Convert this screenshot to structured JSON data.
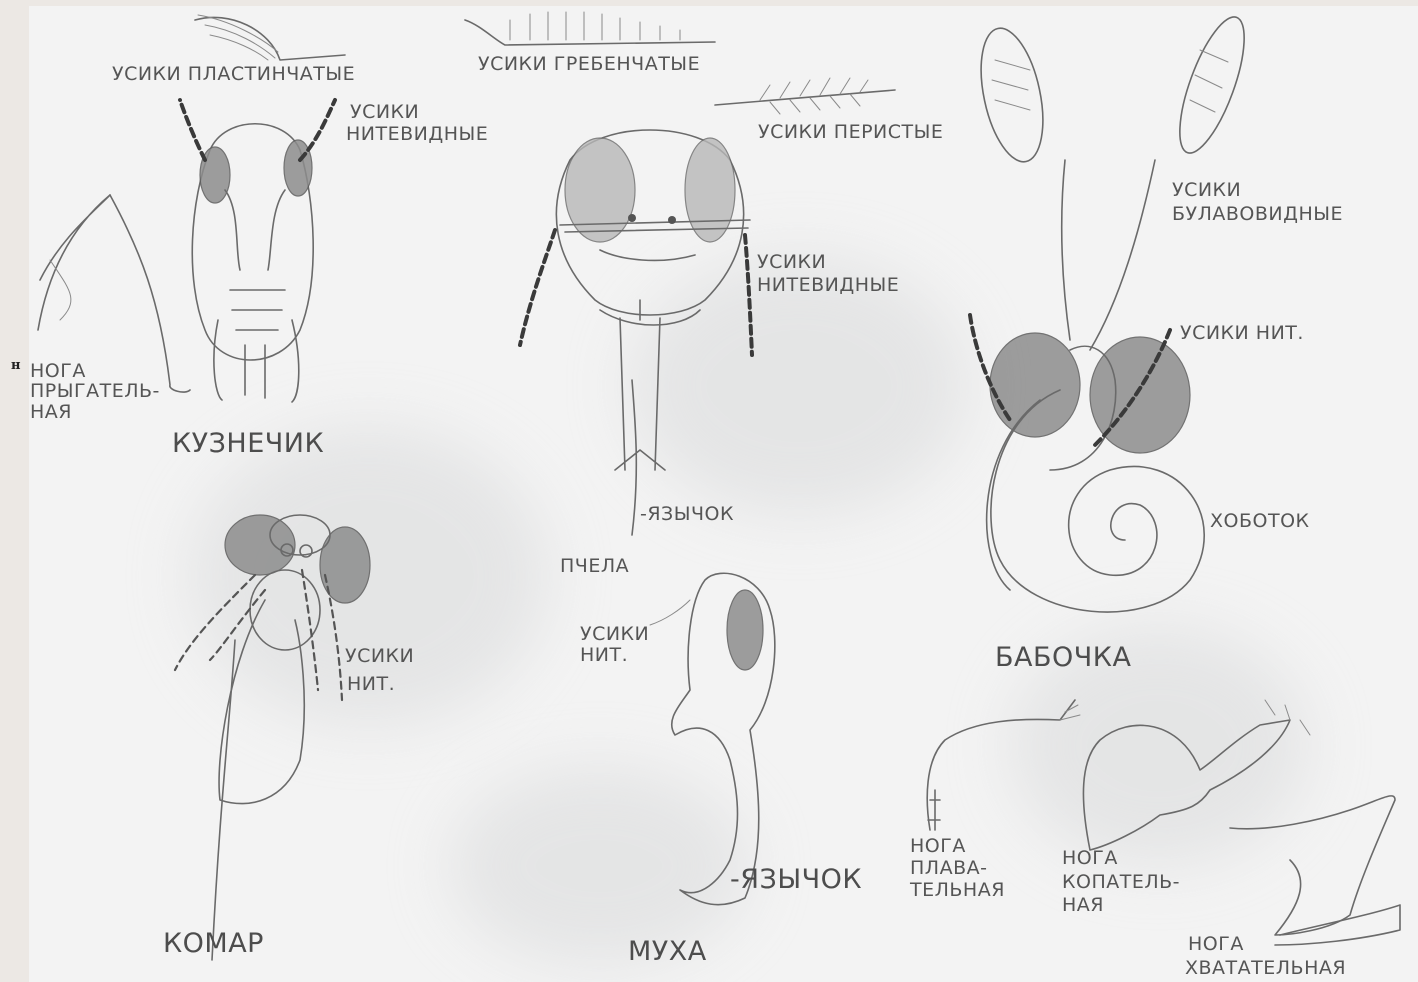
{
  "stray_char": "н",
  "labels": {
    "antennae_lamellate": "УСИКИ ПЛАСТИНЧАТЫЕ",
    "antennae_pectinate": "УСИКИ ГРЕБЕНЧАТЫЕ",
    "antennae_plumose": "УСИКИ ПЕРИСТЫЕ",
    "antennae_clubbed_1": "УСИКИ",
    "antennae_clubbed_2": "БУЛАВОВИДНЫЕ",
    "grasshopper_antennae_1": "УСИКИ",
    "grasshopper_antennae_2": "НИТЕВИДНЫЕ",
    "bee_antennae_1": "УСИКИ",
    "bee_antennae_2": "НИТЕВИДНЫЕ",
    "butterfly_antennae": "УСИКИ НИТ.",
    "proboscis": "ХОБОТОК",
    "leg_jumping_1": "НОГА",
    "leg_jumping_2": "ПРЫГАТЕЛЬ-",
    "leg_jumping_3": "НАЯ",
    "grasshopper": "КУЗНЕЧИК",
    "bee_tongue": "-ЯЗЫЧОК",
    "bee": "ПЧЕЛА",
    "butterfly": "БАБОЧКА",
    "mosquito_antennae_1": "УСИКИ",
    "mosquito_antennae_2": "НИТ.",
    "fly_antennae_1": "УСИКИ",
    "fly_antennae_2": "НИТ.",
    "fly_tongue": "-ЯЗЫЧОК",
    "mosquito": "КОМАР",
    "fly": "МУХА",
    "leg_swimming_1": "НОГА",
    "leg_swimming_2": "ПЛАВА-",
    "leg_swimming_3": "ТЕЛЬНАЯ",
    "leg_digging_1": "НОГА",
    "leg_digging_2": "КОПАТЕЛЬ-",
    "leg_digging_3": "НАЯ",
    "leg_grasping_1": "НОГА",
    "leg_grasping_2": "ХВАТАТЕЛЬНАЯ"
  },
  "colors": {
    "paper": "#f3f3f3",
    "pencil": "#6a6a6a",
    "margin": "#ece8e4"
  }
}
